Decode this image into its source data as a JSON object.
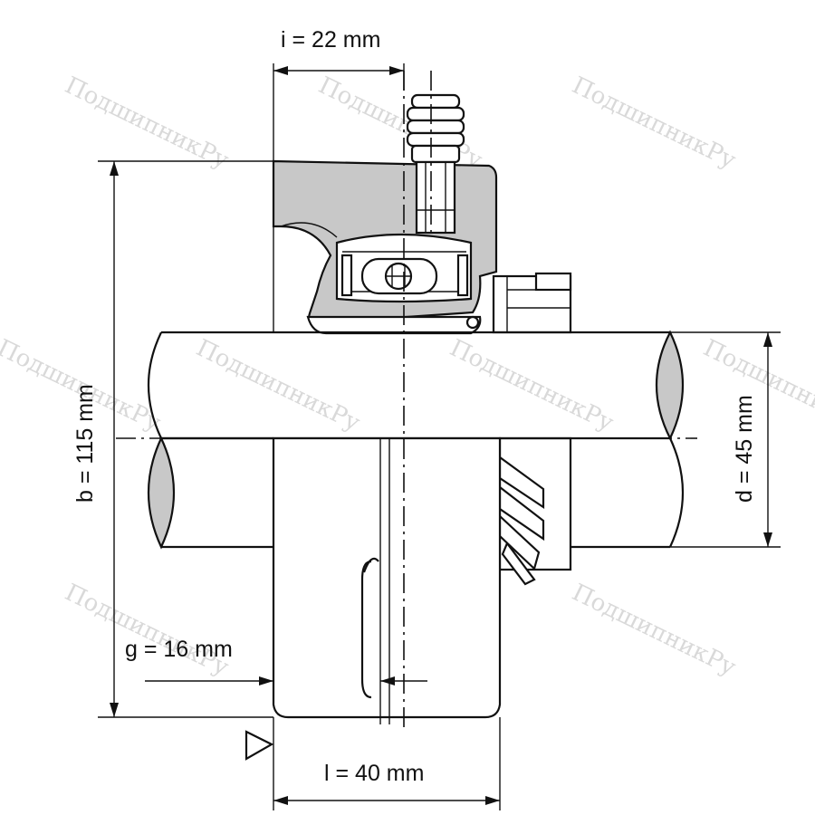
{
  "dimensions": {
    "i": "i = 22 mm",
    "b": "b = 115 mm",
    "d": "d = 45 mm",
    "g": "g = 16 mm",
    "l": "l = 40 mm"
  },
  "watermark": "ПодшипникРу",
  "colors": {
    "line": "#111111",
    "housing_fill": "#c8c8c8",
    "watermark": "#d9d9d9"
  }
}
